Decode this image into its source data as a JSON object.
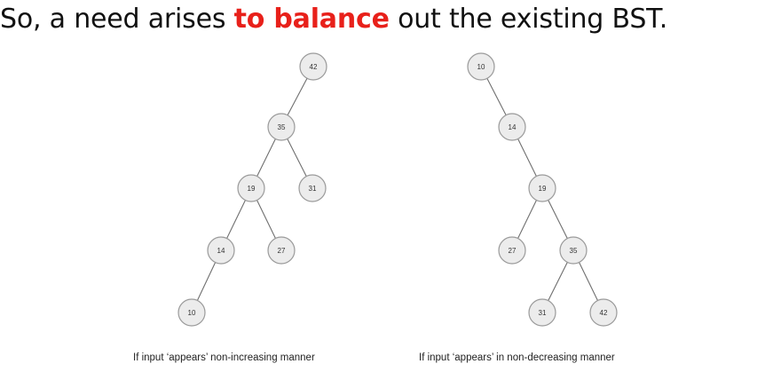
{
  "heading": {
    "prefix": "So, a need arises ",
    "highlight": "to balance",
    "suffix": " out the existing BST.",
    "highlight_color": "#e8201a"
  },
  "trees": [
    {
      "caption": "If input ‘appears’ non-increasing manner",
      "nodes": [
        "42",
        "35",
        "31",
        "19",
        "27",
        "14",
        "10"
      ]
    },
    {
      "caption": "If input ‘appears’ in non-decreasing manner",
      "nodes": [
        "10",
        "14",
        "19",
        "27",
        "35",
        "31",
        "42"
      ]
    }
  ]
}
